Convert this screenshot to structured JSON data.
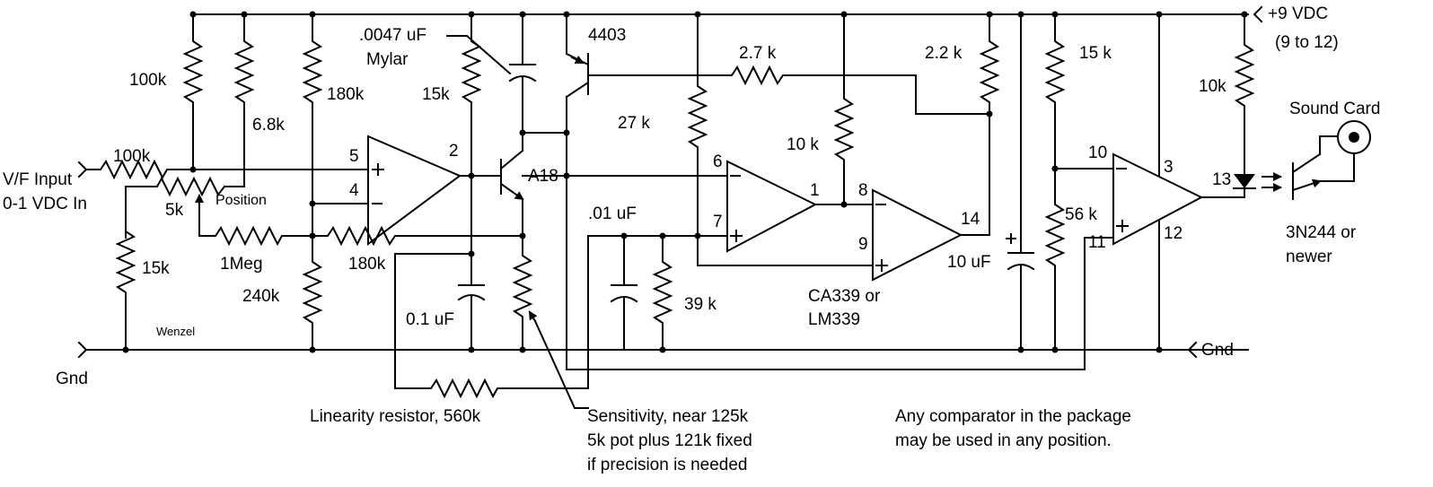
{
  "supply": {
    "label": "+9 VDC",
    "range": "(9 to 12)"
  },
  "gnd_labels": {
    "left": "Gnd",
    "right": "Gnd"
  },
  "input": {
    "line1": "V/F Input",
    "line2": "0-1 VDC In"
  },
  "author": "Wenzel",
  "resistors": {
    "r_in": "100k",
    "r_top_a": "100k",
    "r_top_b": "6.8k",
    "r_180_top": "180k",
    "r_15_left": "15k",
    "r_15_bias": "15k",
    "r_1meg": "1Meg",
    "r_180_mid": "180k",
    "r_240": "240k",
    "r_27": "2.7 k",
    "r_27k": "27 k",
    "r_10k_cmp": "10 k",
    "r_22": "2.2 k",
    "r_15_right": "15 k",
    "r_56": "56 k",
    "r_10k_led": "10k",
    "r_39": "39 k",
    "r_5k": "5k",
    "r_pos": "Position"
  },
  "capacitors": {
    "c_mylar_1": ".0047 uF",
    "c_mylar_2": "Mylar",
    "c_01": ".01 uF",
    "c_01uf": "0.1 uF",
    "c_10": "10 uF"
  },
  "transistors": {
    "pnp": "4403",
    "npn": "A18"
  },
  "pins": {
    "p5": "5",
    "p4": "4",
    "p2": "2",
    "p6": "6",
    "p7": "7",
    "p1": "1",
    "p8": "8",
    "p9": "9",
    "p14": "14",
    "p10": "10",
    "p11": "11",
    "p3": "3",
    "p12": "12",
    "p13": "13"
  },
  "ic": {
    "line1": "CA339 or",
    "line2": "LM339"
  },
  "opto": {
    "line1": "3N244 or",
    "line2": "newer"
  },
  "sound_card": "Sound Card",
  "notes": {
    "linearity": "Linearity resistor, 560k",
    "sens1": "Sensitivity, near 125k",
    "sens2": "5k pot plus 121k fixed",
    "sens3": "if precision is needed",
    "any1": "Any comparator in the package",
    "any2": "may be used in any position."
  }
}
